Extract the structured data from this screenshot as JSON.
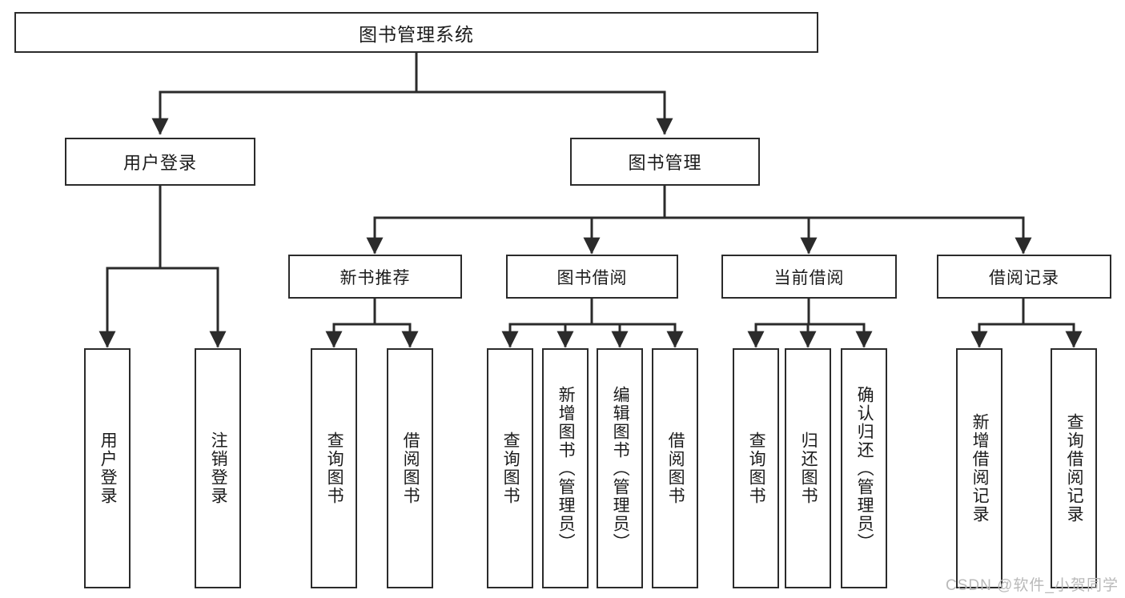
{
  "diagram": {
    "title_node": {
      "label": "图书管理系统"
    },
    "level2": [
      {
        "id": "user-login",
        "label": "用户登录"
      },
      {
        "id": "book-management",
        "label": "图书管理"
      }
    ],
    "level3": [
      {
        "id": "new-book-recommend",
        "label": "新书推荐"
      },
      {
        "id": "book-borrow",
        "label": "图书借阅"
      },
      {
        "id": "current-borrow",
        "label": "当前借阅"
      },
      {
        "id": "borrow-record",
        "label": "借阅记录"
      }
    ],
    "leaves": [
      {
        "id": "leaf-user-login",
        "label": "用户登录",
        "parent": "user-login"
      },
      {
        "id": "leaf-logout-login",
        "label": "注销登录",
        "parent": "user-login"
      },
      {
        "id": "leaf-query-book-1",
        "label": "查询图书",
        "parent": "new-book-recommend"
      },
      {
        "id": "leaf-borrow-book-1",
        "label": "借阅图书",
        "parent": "new-book-recommend"
      },
      {
        "id": "leaf-query-book-2",
        "label": "查询图书",
        "parent": "book-borrow"
      },
      {
        "id": "leaf-add-book",
        "label": "新增图书（管理员）",
        "parent": "book-borrow"
      },
      {
        "id": "leaf-edit-book",
        "label": "编辑图书（管理员）",
        "parent": "book-borrow"
      },
      {
        "id": "leaf-borrow-book-2",
        "label": "借阅图书",
        "parent": "book-borrow"
      },
      {
        "id": "leaf-query-book-3",
        "label": "查询图书",
        "parent": "current-borrow"
      },
      {
        "id": "leaf-return-book",
        "label": "归还图书",
        "parent": "current-borrow"
      },
      {
        "id": "leaf-confirm-return",
        "label": "确认归还（管理员）",
        "parent": "current-borrow"
      },
      {
        "id": "leaf-add-record",
        "label": "新增借阅记录",
        "parent": "borrow-record"
      },
      {
        "id": "leaf-query-record",
        "label": "查询借阅记录",
        "parent": "borrow-record"
      }
    ],
    "watermark": "CSDN @软件_小贺同学",
    "colors": {
      "stroke": "#2b2b2b",
      "fill": "#ffffff",
      "text": "#1b1b1b",
      "watermark": "#b9b9b9"
    }
  }
}
